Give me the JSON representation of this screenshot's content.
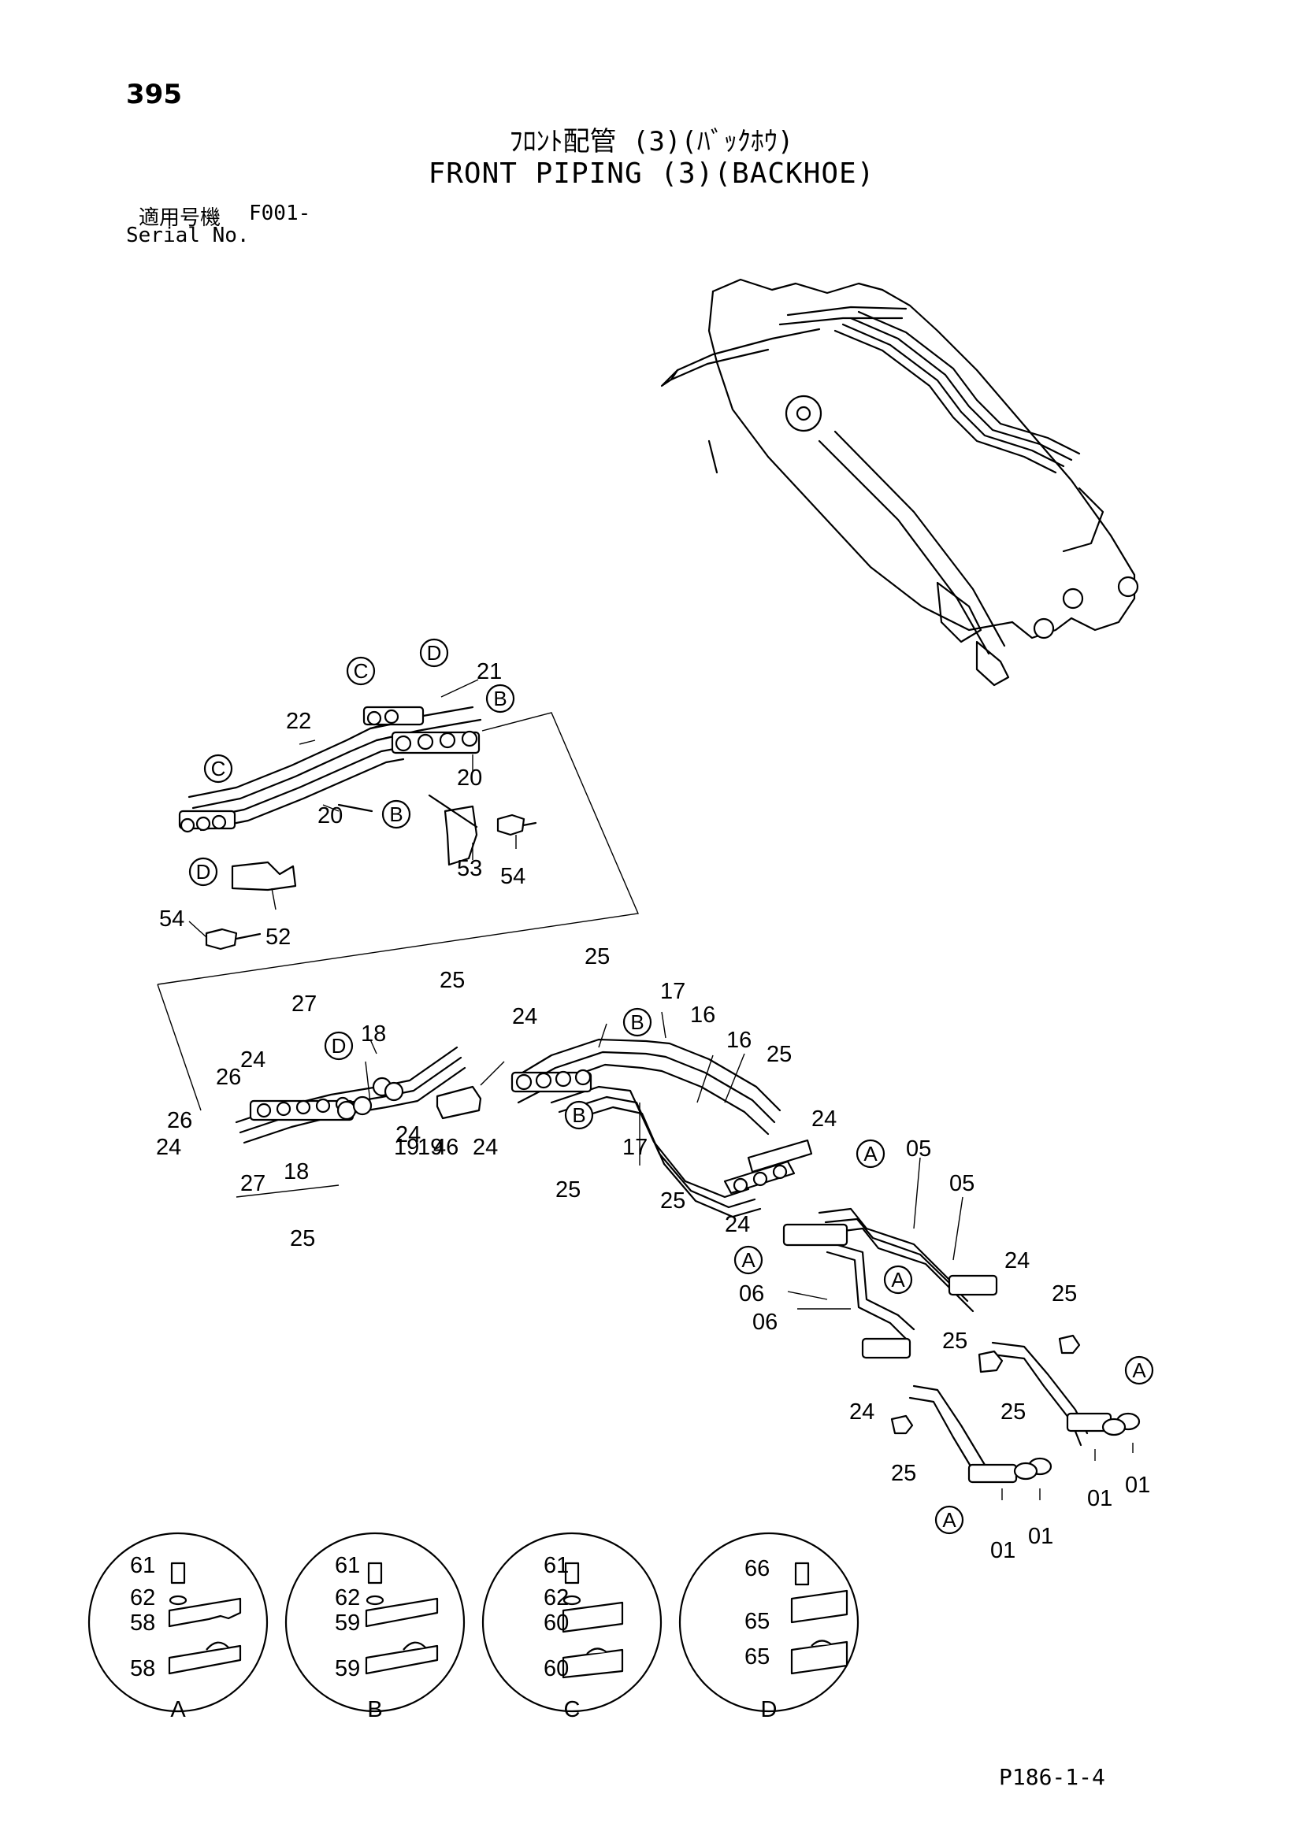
{
  "header": {
    "page_number": "395",
    "title_jp": "ﾌﾛﾝﾄ配管 (3)(ﾊﾞｯｸﾎｳ)",
    "title_en": "FRONT PIPING (3)(BACKHOE)",
    "serial_label_jp": "適用号機",
    "serial_code": "F001-",
    "serial_label_en": "Serial No."
  },
  "footer": {
    "page_code": "P186-1-4"
  },
  "callouts": {
    "c01": "01",
    "c05": "05",
    "c06": "06",
    "c16": "16",
    "c17": "17",
    "c18": "18",
    "c19": "19",
    "c20": "20",
    "c21": "21",
    "c22": "22",
    "c24": "24",
    "c25": "25",
    "c26": "26",
    "c27": "27",
    "c46": "46",
    "c52": "52",
    "c53": "53",
    "c54": "54",
    "c58": "58",
    "c59": "59",
    "c60": "60",
    "c61": "61",
    "c62": "62",
    "c65": "65",
    "c66": "66"
  },
  "refs": {
    "a": "A",
    "b": "B",
    "c": "C",
    "d": "D"
  }
}
